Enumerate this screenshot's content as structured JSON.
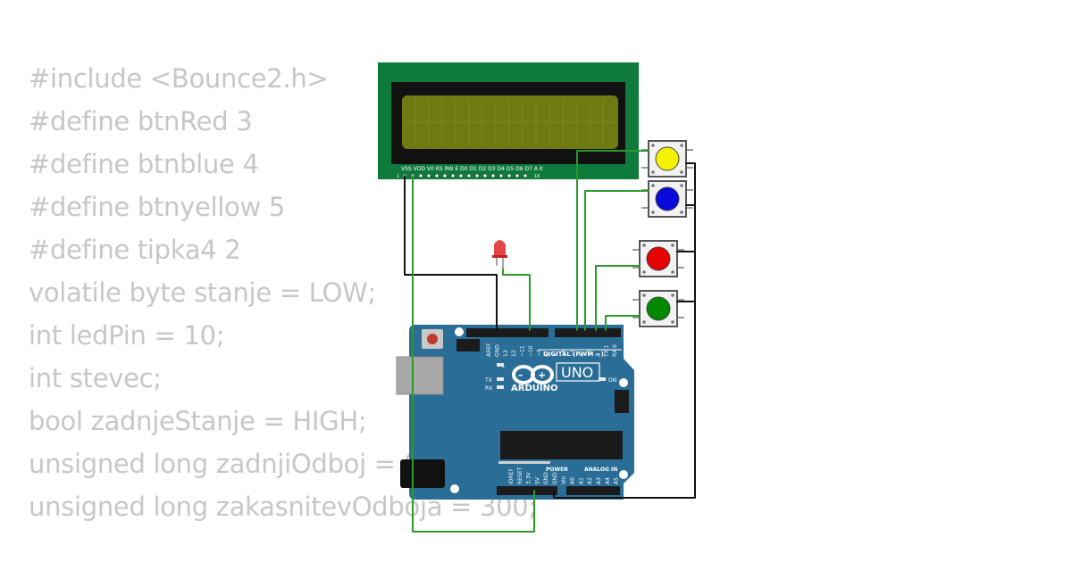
{
  "code_lines": [
    "#include <Bounce2.h>",
    "#define btnRed 3",
    "#define btnblue 4",
    "#define btnyellow 5",
    "#define tipka4 2",
    "volatile byte stanje = LOW;",
    "int ledPin = 10;",
    "int stevec;",
    "bool zadnjeStanje = HIGH;",
    "unsigned long zadnjiOdboj = 0;",
    "unsigned long zakasnitevOdboja = 300;"
  ],
  "lcd": {
    "pin_labels": "VSS VDD V0 RS RW E D0 D1 D2 D3 D4 D5 D6 D7 A K",
    "first_pin": "1",
    "last_pin": "16"
  },
  "arduino": {
    "brand": "ARDUINO",
    "model": "UNO",
    "digital_label": "DIGITAL (PWM ~)",
    "power_label": "POWER",
    "analog_label": "ANALOG IN",
    "on_label": "ON",
    "l_label": "L",
    "tx_label": "TX",
    "rx_label": "RX",
    "top_pins": [
      "AREF",
      "GND",
      "13",
      "12",
      "~11",
      "~10",
      "~9",
      "8",
      "7",
      "~6",
      "~5",
      "4",
      "~3",
      "2",
      "TX 1",
      "RX 0"
    ],
    "bottom_pins": [
      "IOREF",
      "RESET",
      "3.3V",
      "5V",
      "GND",
      "GND",
      "Vin",
      "A0",
      "A1",
      "A2",
      "A3",
      "A4",
      "A5"
    ]
  },
  "buttons": [
    {
      "color": "#f2f200"
    },
    {
      "color": "#0a0adc"
    },
    {
      "color": "#e60000"
    },
    {
      "color": "#008800"
    }
  ],
  "colors": {
    "code_text": "#c7c7c7",
    "lcd_pcb": "#0e7a3c",
    "lcd_screen": "#6e7a12",
    "board": "#2a6d96",
    "wire_green": "#2b9a2b",
    "wire_black": "#111111"
  }
}
